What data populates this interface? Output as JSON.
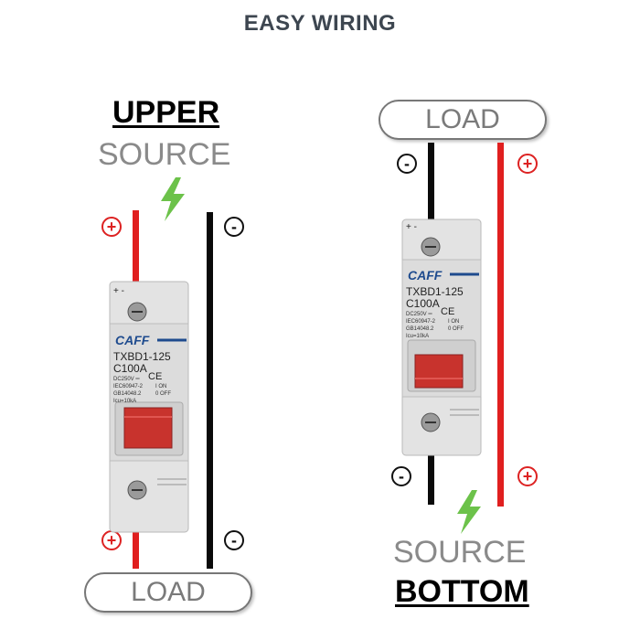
{
  "title": "EASY WIRING",
  "left": {
    "header": "UPPER",
    "source_label": "SOURCE",
    "load_label": "LOAD",
    "top_plus": "+",
    "top_minus": "-",
    "bottom_plus": "+",
    "bottom_minus": "-"
  },
  "right": {
    "header": "BOTTOM",
    "source_label": "SOURCE",
    "load_label": "LOAD",
    "top_plus": "+",
    "top_minus": "-",
    "bottom_plus": "+",
    "bottom_minus": "-"
  },
  "breaker": {
    "brand": "CAFF",
    "model": "TXBD1-125",
    "rating": "C100A",
    "voltage": "DC250V ═",
    "ce": "CE",
    "std1": "IEC60947-2",
    "std2": "GB14048.2",
    "icu": "Icu=10kA",
    "on": "I ON",
    "off": "0 OFF",
    "terminal_mark": "+ -"
  },
  "colors": {
    "positive_wire": "#e01f1f",
    "negative_wire": "#0a0a0a",
    "breaker_body": "#e3e3e3",
    "toggle": "#c8332d",
    "lightning": "#6cc24a"
  }
}
